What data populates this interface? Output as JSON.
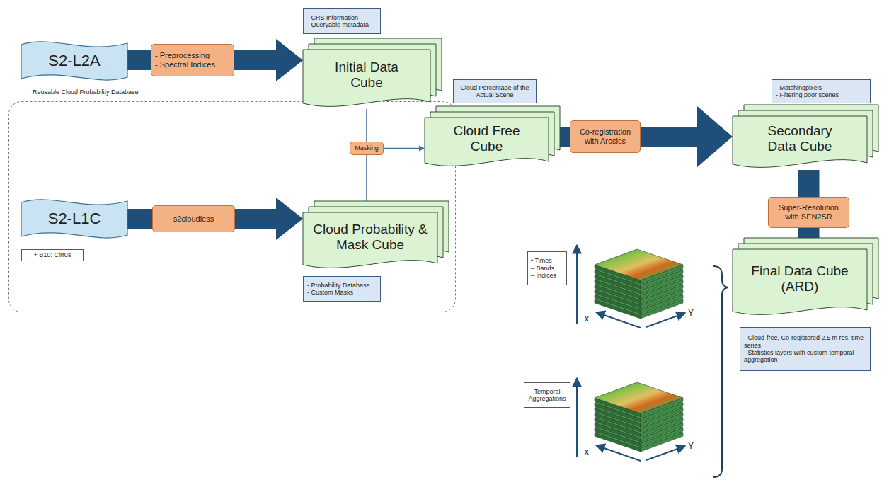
{
  "diagram": {
    "nodes": [
      {
        "text": [
          "S2-L2A"
        ]
      },
      {
        "text": [
          "- Preprocessing",
          "- Spectral Indices"
        ]
      },
      {
        "text": [
          "- CRS Information",
          "- Queryable metadata"
        ]
      },
      {
        "text": [
          "Initial Data Cube"
        ]
      },
      {
        "text": [
          "Cloud Percentage of the Actual Scene"
        ]
      },
      {
        "text": [
          "Cloud Free Cube"
        ]
      },
      {
        "text": [
          "Masking"
        ]
      },
      {
        "text": [
          "Co-registration with Arosics"
        ]
      },
      {
        "text": [
          "- Matchingpixels",
          "- Filtering poor scenes"
        ]
      },
      {
        "text": [
          "Secondary Data Cube"
        ]
      },
      {
        "text": [
          "Reusable Cloud Probability Database"
        ]
      },
      {
        "text": [
          "S2-L1C"
        ],
        "in": 10
      },
      {
        "text": [
          "+ B10: Cirrus"
        ],
        "in": 10
      },
      {
        "text": [
          "s2cloudless"
        ],
        "in": 10
      },
      {
        "text": [
          "Cloud Probability & Mask Cube"
        ],
        "in": 10
      },
      {
        "text": [
          "- Probability Database",
          "- Custom Masks"
        ],
        "in": 10
      },
      {
        "text": [
          "Super-Resolution with SEN2SR"
        ]
      },
      {
        "text": [
          "• Times",
          "– Bands",
          "– Indices"
        ]
      },
      {
        "text": [
          "Temporal Aggregations"
        ]
      },
      {
        "text": [
          "Final Data Cube (ARD)"
        ]
      },
      {
        "text": [
          "- Cloud-free, Co-registered 2.5 m res. time-series",
          "- Statistics layers with custom temporal aggregation"
        ]
      }
    ],
    "edges": [
      {
        "from": 0,
        "to": 1,
        "arrow": "none"
      },
      {
        "from": 1,
        "to": 3,
        "arrow": "to"
      },
      {
        "from": 3,
        "to": 6,
        "arrow": "none"
      },
      {
        "from": 14,
        "to": 6,
        "arrow": "none"
      },
      {
        "from": 6,
        "to": 5,
        "arrow": "to"
      },
      {
        "from": 5,
        "to": 7,
        "arrow": "none"
      },
      {
        "from": 7,
        "to": 9,
        "arrow": "to"
      },
      {
        "from": 11,
        "to": 13,
        "arrow": "none"
      },
      {
        "from": 13,
        "to": 14,
        "arrow": "to"
      },
      {
        "from": 9,
        "to": 16,
        "arrow": "none"
      },
      {
        "from": 16,
        "to": 19,
        "arrow": "to"
      }
    ],
    "labels": [
      "x",
      "Y",
      "x",
      "Y"
    ]
  }
}
